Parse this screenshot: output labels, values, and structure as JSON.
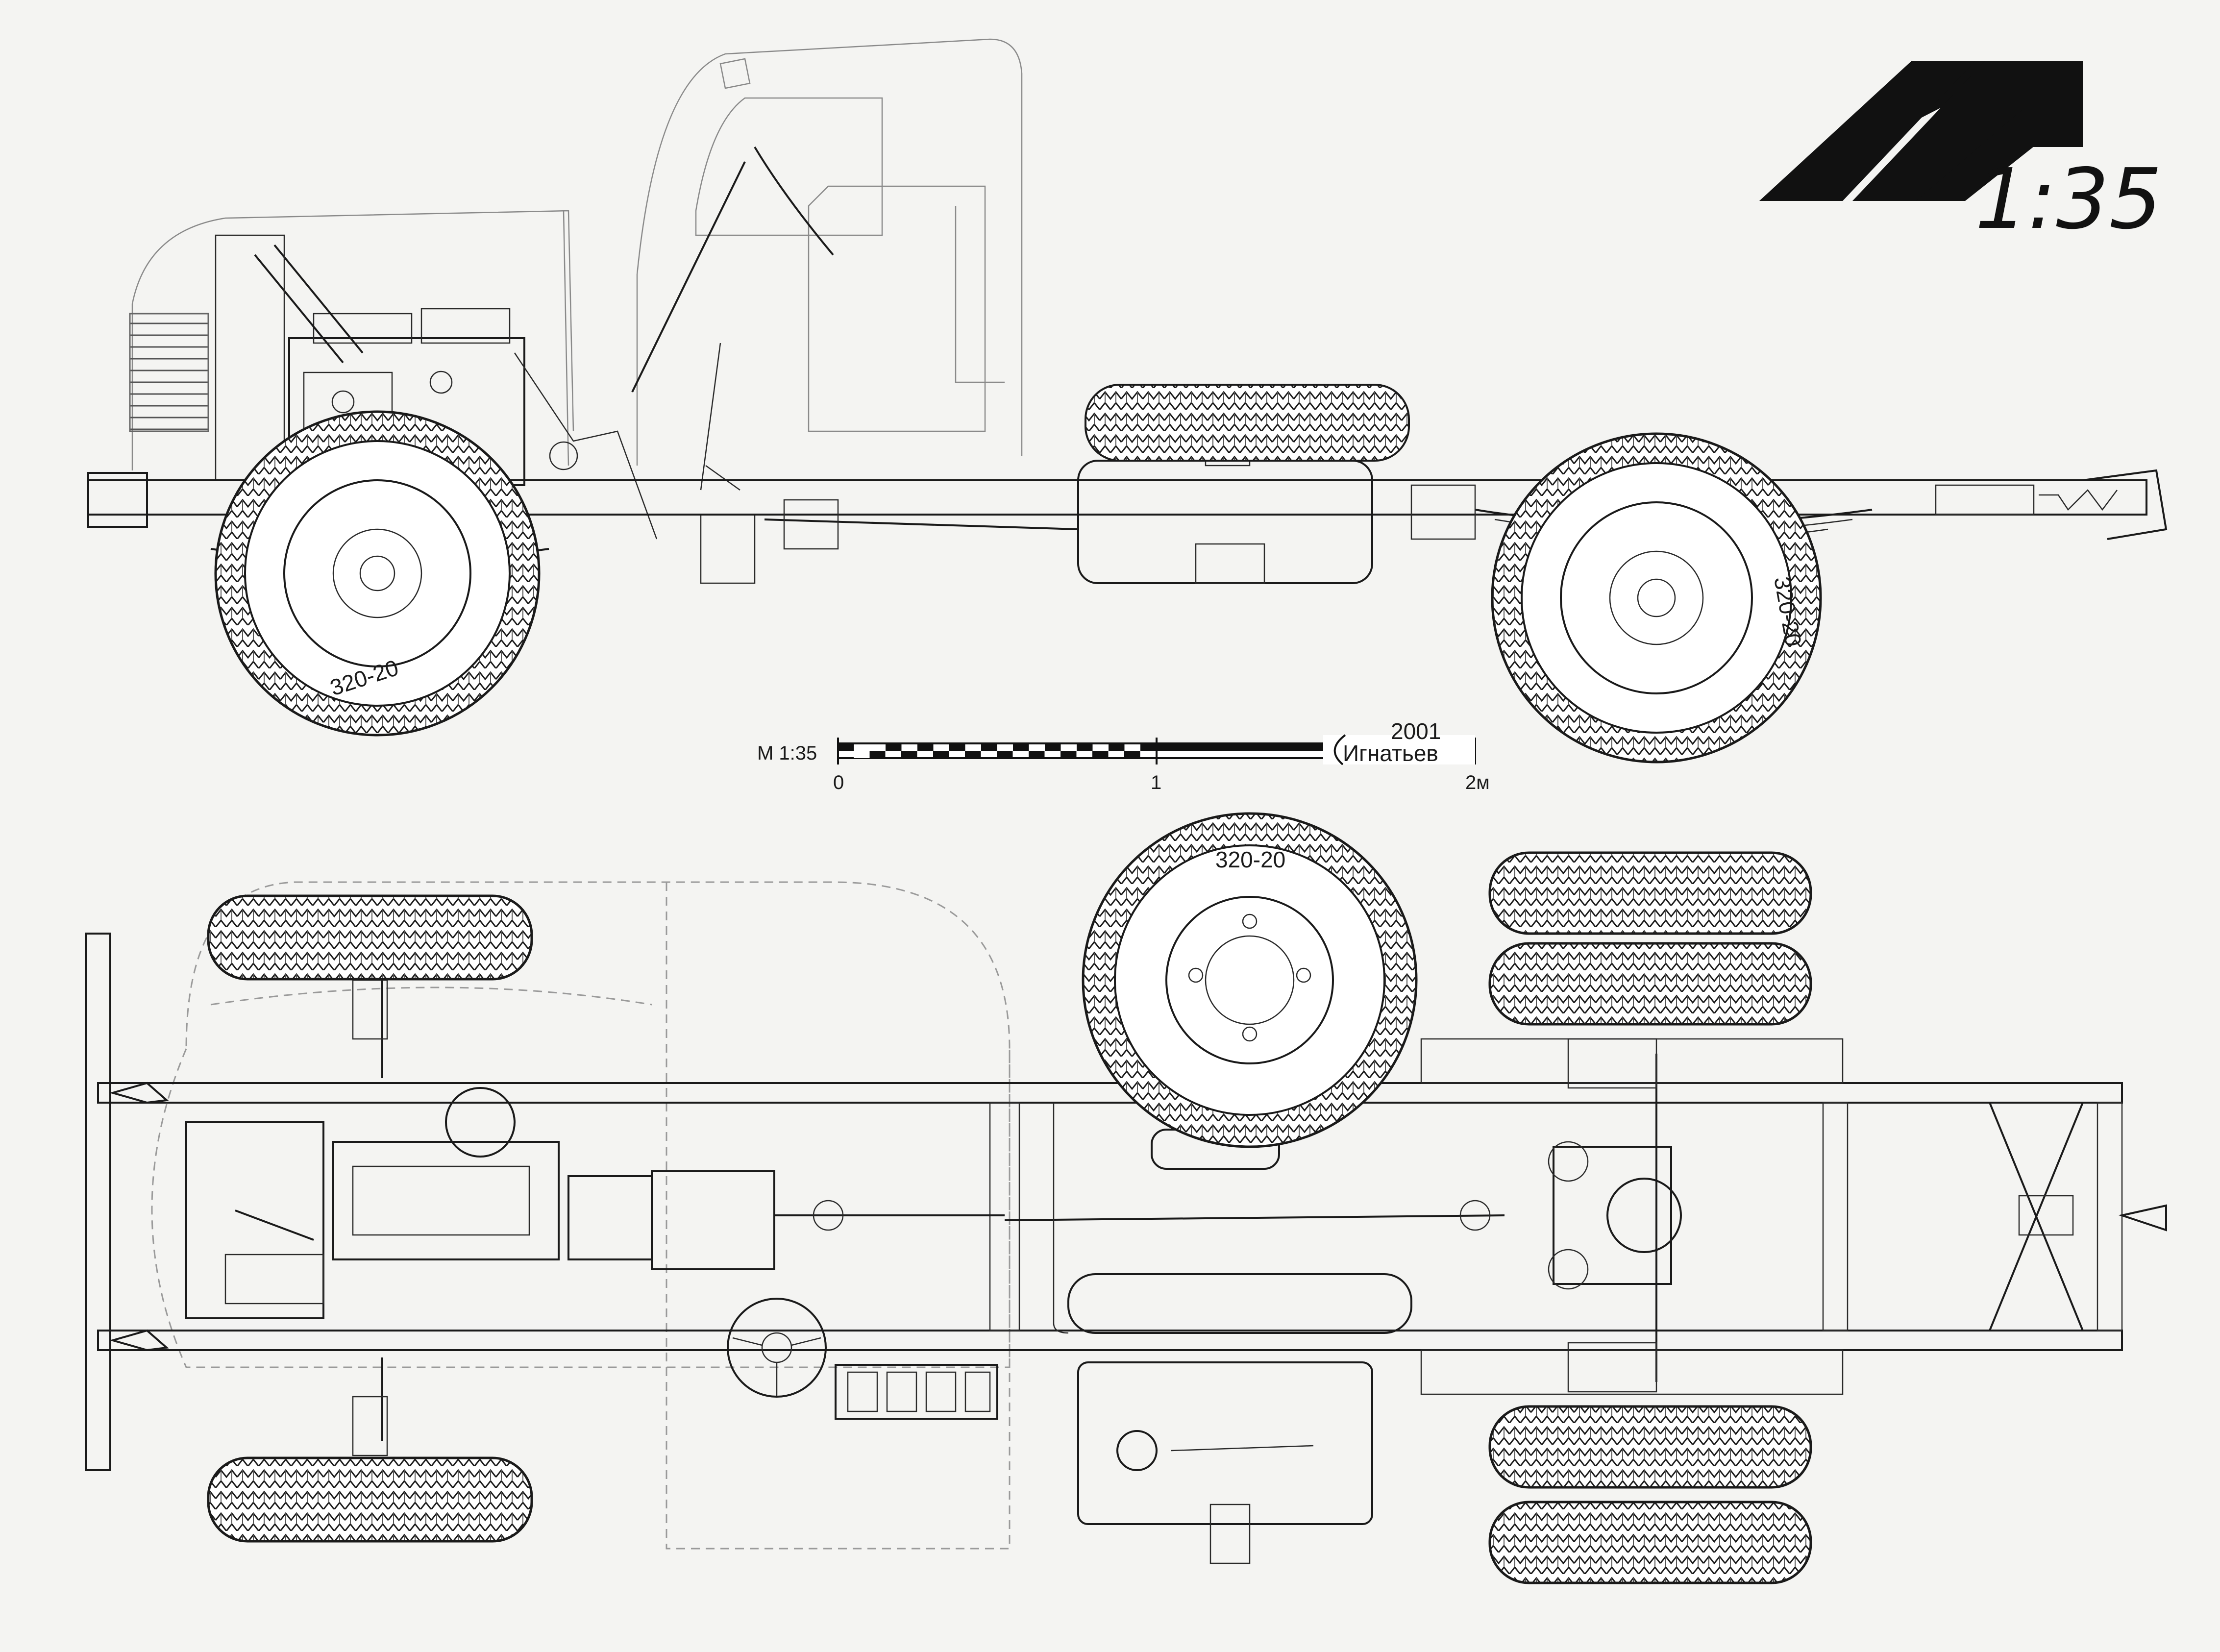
{
  "logo": {
    "mark": "M",
    "scale": "1:35"
  },
  "scale_bar": {
    "label": "М 1:35",
    "tick_labels": [
      "0",
      "1",
      "2м"
    ],
    "year": "2001",
    "author": "Игнатьев"
  },
  "tire_marking": "320-20",
  "colors": {
    "ink": "#1a1a1a",
    "paper": "#f4f4f2",
    "ghost": "#9a9a9a"
  },
  "icons": [
    "logo-m-icon",
    "signature-icon"
  ]
}
